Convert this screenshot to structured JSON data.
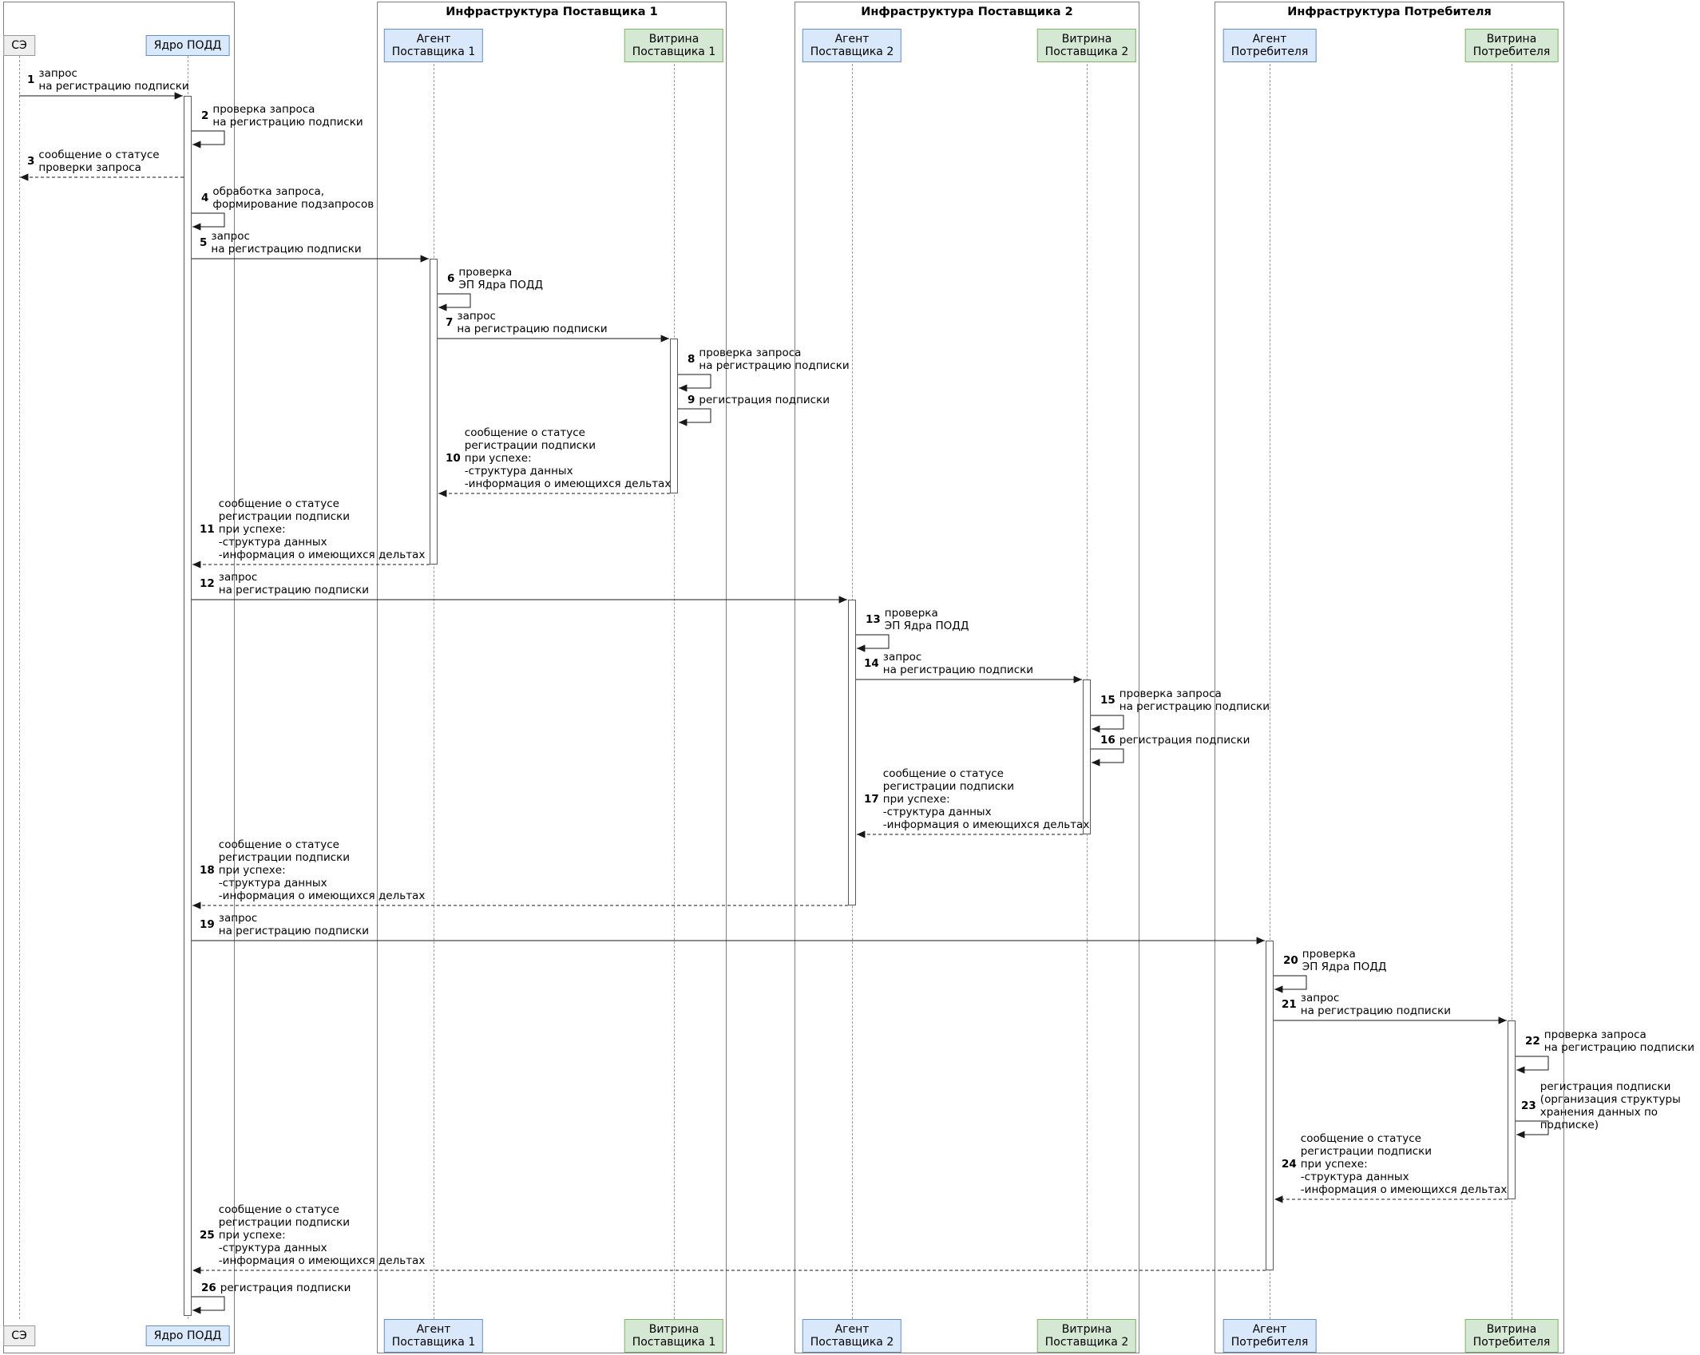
{
  "frames": [
    {
      "title": "Инфраструктура Поставщика 1"
    },
    {
      "title": "Инфраструктура Поставщика 2"
    },
    {
      "title": "Инфраструктура Потребителя"
    }
  ],
  "participants": {
    "se": {
      "name": "СЭ"
    },
    "core": {
      "name": "Ядро ПОДД"
    },
    "agent1": {
      "name": "Агент\nПоставщика 1"
    },
    "vitrina1": {
      "name": "Витрина\nПоставщика 1"
    },
    "agent2": {
      "name": "Агент\nПоставщика 2"
    },
    "vitrina2": {
      "name": "Витрина\nПоставщика 2"
    },
    "agentc": {
      "name": "Агент\nПотребителя"
    },
    "vitrinac": {
      "name": "Витрина\nПотребителя"
    }
  },
  "messages": [
    {
      "num": "1",
      "text": "запрос\nна регистрацию подписки"
    },
    {
      "num": "2",
      "text": "проверка запроса\nна регистрацию подписки"
    },
    {
      "num": "3",
      "text": "сообщение о статусе\nпроверки запроса"
    },
    {
      "num": "4",
      "text": "обработка запроса,\nформирование подзапросов"
    },
    {
      "num": "5",
      "text": "запрос\nна регистрацию подписки"
    },
    {
      "num": "6",
      "text": "проверка\nЭП Ядра ПОДД"
    },
    {
      "num": "7",
      "text": "запрос\nна регистрацию подписки"
    },
    {
      "num": "8",
      "text": "проверка запроса\nна регистрацию подписки"
    },
    {
      "num": "9",
      "text": "регистрация подписки"
    },
    {
      "num": "10",
      "text": "сообщение о статусе\nрегистрации подписки\nпри успехе:\n-структура данных\n-информация о имеющихся дельтах"
    },
    {
      "num": "11",
      "text": "сообщение о статусе\nрегистрации подписки\nпри успехе:\n-структура данных\n-информация о имеющихся дельтах"
    },
    {
      "num": "12",
      "text": "запрос\nна регистрацию подписки"
    },
    {
      "num": "13",
      "text": "проверка\nЭП Ядра ПОДД"
    },
    {
      "num": "14",
      "text": "запрос\nна регистрацию подписки"
    },
    {
      "num": "15",
      "text": "проверка запроса\nна регистрацию подписки"
    },
    {
      "num": "16",
      "text": "регистрация подписки"
    },
    {
      "num": "17",
      "text": "сообщение о статусе\nрегистрации подписки\nпри успехе:\n-структура данных\n-информация о имеющихся дельтах"
    },
    {
      "num": "18",
      "text": "сообщение о статусе\nрегистрации подписки\nпри успехе:\n-структура данных\n-информация о имеющихся дельтах"
    },
    {
      "num": "19",
      "text": "запрос\nна регистрацию подписки"
    },
    {
      "num": "20",
      "text": "проверка\nЭП Ядра ПОДД"
    },
    {
      "num": "21",
      "text": "запрос\nна регистрацию подписки"
    },
    {
      "num": "22",
      "text": "проверка запроса\nна регистрацию подписки"
    },
    {
      "num": "23",
      "text": "регистрация подписки\n(организация структуры\nхранения данных по подписке)"
    },
    {
      "num": "24",
      "text": "сообщение о статусе\nрегистрации подписки\nпри успехе:\n-структура данных\n-информация о имеющихся дельтах"
    },
    {
      "num": "25",
      "text": "сообщение о статусе\nрегистрации подписки\nпри успехе:\n-структура данных\n-информация о имеющихся дельтах"
    },
    {
      "num": "26",
      "text": "регистрация подписки"
    }
  ],
  "colors": {
    "participant_blue": "#DAE8FC",
    "participant_blue_border": "#6C8EBF",
    "participant_green": "#D5E8D4",
    "participant_green_border": "#82B366",
    "participant_gray": "#EEEEEE",
    "arrow": "#181818"
  }
}
